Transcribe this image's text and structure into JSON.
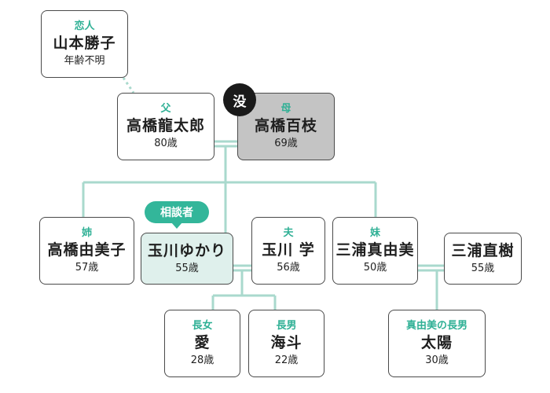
{
  "colors": {
    "accent": "#33b69a",
    "line": "#a9d9cd",
    "consult_bg": "#dff0ec",
    "deceased_bg": "#c4c4c4"
  },
  "lover": {
    "role": "恋人",
    "name": "山本勝子",
    "age": "年齢不明"
  },
  "father": {
    "role": "父",
    "name": "高橋龍太郎",
    "age": "80歳"
  },
  "mother": {
    "role": "母",
    "name": "高橋百枝",
    "age": "69歳",
    "badge": "没"
  },
  "elder_sister": {
    "role": "姉",
    "name": "高橋由美子",
    "age": "57歳"
  },
  "consultant": {
    "bubble": "相談者",
    "name": "玉川ゆかり",
    "age": "55歳"
  },
  "husband": {
    "role": "夫",
    "name": "玉川 学",
    "age": "56歳"
  },
  "younger_sister": {
    "role": "妹",
    "name": "三浦真由美",
    "age": "50歳"
  },
  "sister_husband": {
    "name": "三浦直樹",
    "age": "55歳"
  },
  "eldest_daughter": {
    "role": "長女",
    "name": "愛",
    "age": "28歳"
  },
  "eldest_son": {
    "role": "長男",
    "name": "海斗",
    "age": "22歳"
  },
  "mayumi_son": {
    "role": "真由美の長男",
    "name": "太陽",
    "age": "30歳"
  }
}
